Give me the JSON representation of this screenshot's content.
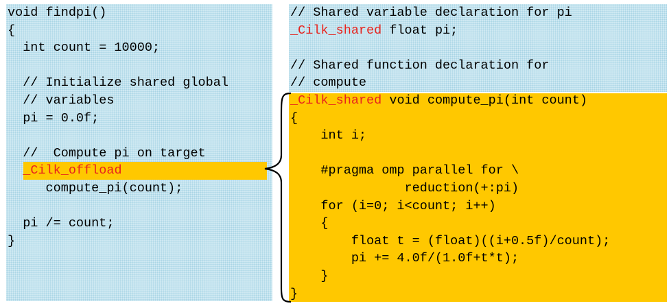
{
  "left_code": [
    "void findpi()",
    "{",
    "  int count = 10000;",
    "",
    "  // Initialize shared global",
    "  // variables",
    "  pi = 0.0f;",
    "",
    "  //  Compute pi on target",
    "  _Cilk_offload",
    "     compute_pi(count);",
    "",
    "  pi /= count;",
    "}"
  ],
  "right_code": [
    "// Shared variable declaration for pi",
    "_Cilk_shared float pi;",
    "",
    "// Shared function declaration for",
    "// compute",
    "_Cilk_shared void compute_pi(int count)",
    "{",
    "    int i;",
    "",
    "    #pragma omp parallel for \\",
    "               reduction(+:pi)",
    "    for (i=0; i<count; i++)",
    "    {",
    "        float t = (float)((i+0.5f)/count);",
    "        pi += 4.0f/(1.0f+t*t);",
    "    }",
    "}"
  ],
  "keyword": "_Cilk_shared",
  "offload_keyword": "_Cilk_offload",
  "colors": {
    "panel": "#cfe9f2",
    "highlight": "#ffc800",
    "keyword": "#e8231d",
    "text": "#000000"
  }
}
